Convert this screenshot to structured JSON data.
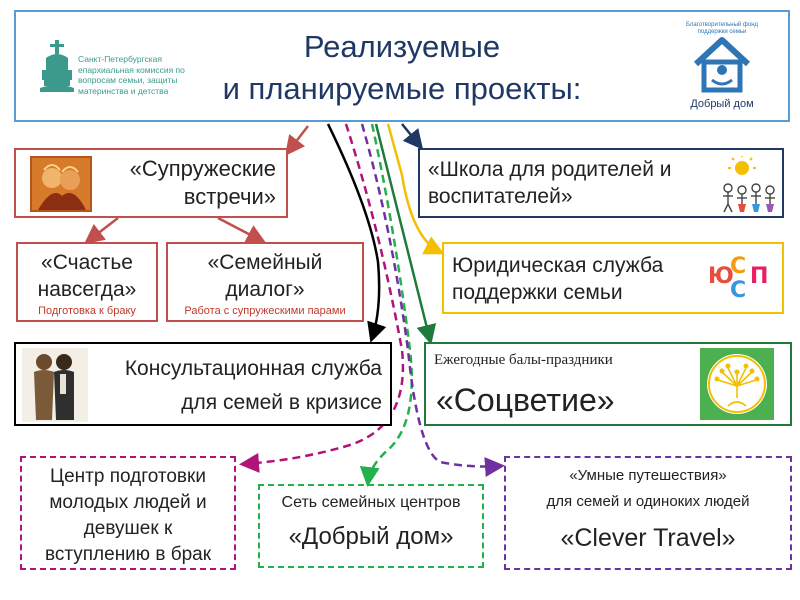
{
  "header": {
    "title_line1": "Реализуемые",
    "title_line2": "и планируемые проекты:",
    "org_name": "Санкт-Петербургская епархиальная комиссия по вопросам семьи, защиты материнства и детства",
    "fund_arc_text": "Благотворительный фонд поддержки семьи",
    "fund_name": "Добрый дом"
  },
  "projects": {
    "marital_meetings": {
      "line1": "«Супружеские",
      "line2": "встречи»"
    },
    "happiness_forever": {
      "line1": "«Счастье",
      "line2": "навсегда»",
      "subtitle": "Подготовка к браку"
    },
    "family_dialogue": {
      "line1": "«Семейный",
      "line2": "диалог»",
      "subtitle": "Работа с супружескими парами"
    },
    "parents_school": {
      "line1": "«Школа для родителей и",
      "line2": "воспитателей»"
    },
    "legal_service": {
      "line1": "Юридическая служба",
      "line2": "поддержки семьи"
    },
    "counseling": {
      "line1": "Консультационная служба",
      "line2": "для семей в кризисе"
    },
    "balls": {
      "subtitle": "Ежегодные балы-праздники",
      "title": "«Соцветие»"
    },
    "youth_center": {
      "line1": "Центр подготовки",
      "line2": "молодых людей и",
      "line3": "девушек к",
      "line4": "вступлению в брак"
    },
    "family_centers": {
      "subtitle": "Сеть семейных центров",
      "title": "«Добрый дом»"
    },
    "clever_travel": {
      "line1": "«Умные путешествия»",
      "line2": "для семей и одиноких людей",
      "title": "«Clever Travel»"
    }
  },
  "colors": {
    "header_border": "#5b9bd5",
    "title": "#1f3864",
    "red": "#c0504d",
    "navy": "#1f3864",
    "yellow": "#f2c000",
    "green": "#1e7b3b",
    "purple_dashed": "#7030a0",
    "magenta_dashed": "#b0137a",
    "green_dashed": "#22b14c"
  },
  "icons": {
    "org_logo": "church-cross-icon",
    "fund_logo": "house-logo-icon",
    "icon_painting": "couple-icon-painting",
    "icon_children": "children-drawing-icon",
    "icon_letters": "colorful-letters-icon",
    "icon_photo": "couple-back-to-back-photo",
    "icon_flower": "dandelion-flower-icon"
  }
}
